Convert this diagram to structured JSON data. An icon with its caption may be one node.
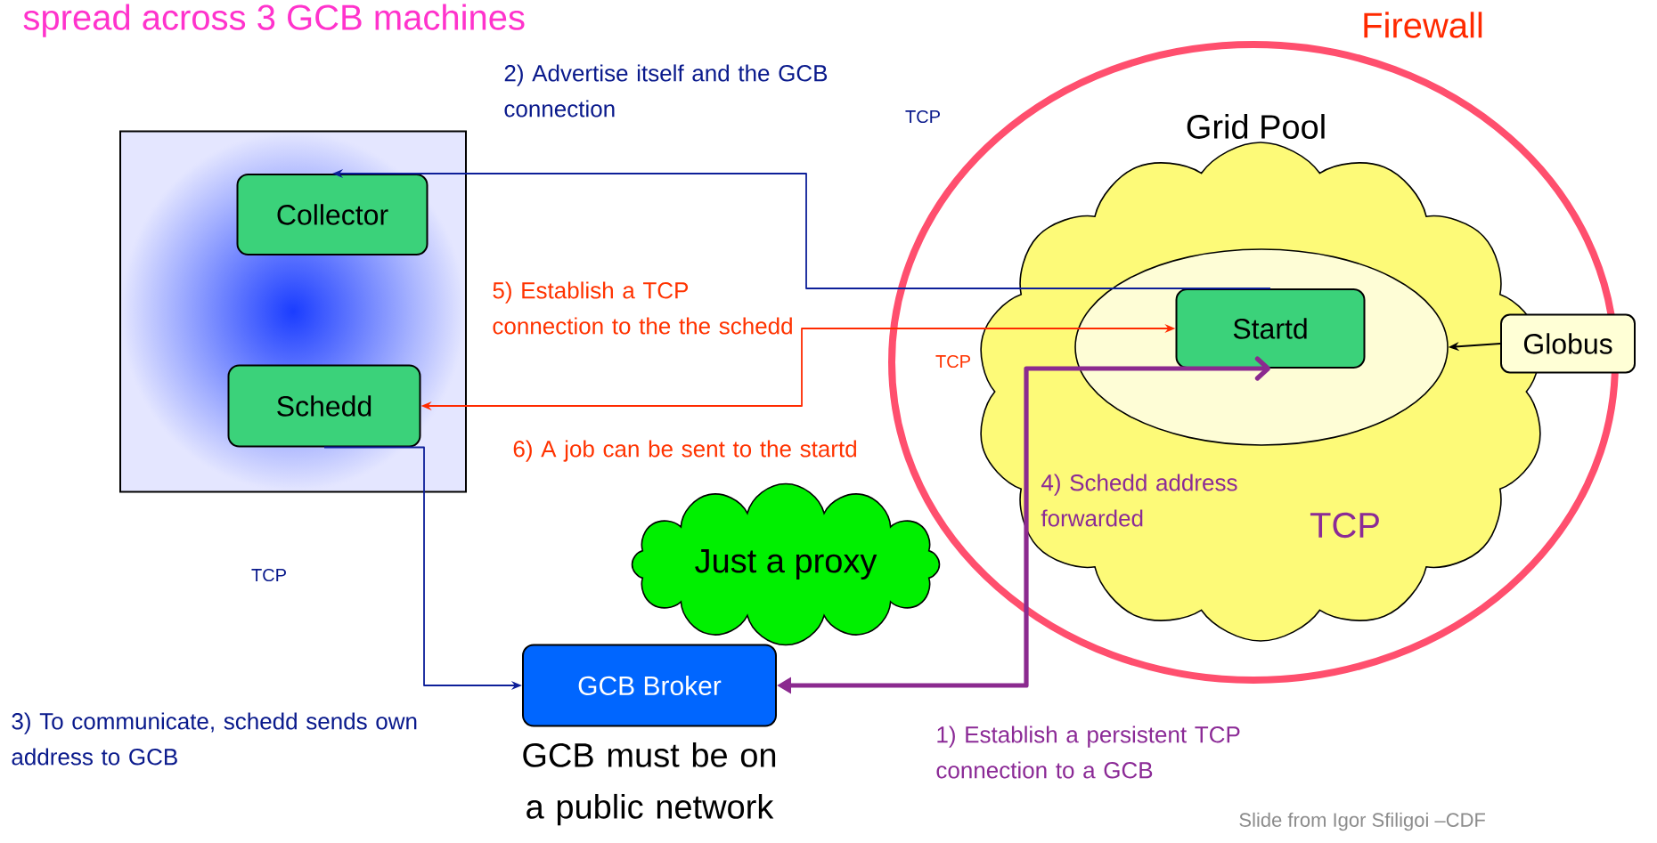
{
  "diagram": {
    "title": "spread across 3 GCB machines",
    "nodes": [
      {
        "text": [
          "Firewall"
        ]
      },
      {
        "text": [
          "Grid Pool",
          "TCP"
        ],
        "in": 0
      },
      {
        "text": [],
        "shape": "ellipse",
        "in": 1
      },
      {
        "text": [
          "Startd"
        ],
        "in": 2
      },
      {
        "text": [
          "Globus"
        ]
      },
      {
        "text": [],
        "shape": "box"
      },
      {
        "text": [
          "Collector"
        ],
        "in": 5
      },
      {
        "text": [
          "Schedd"
        ],
        "in": 5
      },
      {
        "text": [
          "GCB Broker"
        ],
        "beside": [
          "GCB must be on a public network"
        ]
      },
      {
        "text": [
          "Just a proxy"
        ]
      }
    ],
    "edges": [
      {
        "from": 3,
        "to": 6,
        "arrow": "to",
        "color": "#0d1f99"
      },
      {
        "from": 7,
        "to": 8,
        "arrow": "to",
        "color": "#0d1f99"
      },
      {
        "from": 7,
        "to": 3,
        "arrow": "both",
        "color": "#ff2a00"
      },
      {
        "from": 8,
        "to": 3,
        "arrow": "both",
        "style": "thick",
        "color": "#8b2a8f"
      },
      {
        "from": 4,
        "to": 2,
        "arrow": "to",
        "color": "#000000"
      }
    ],
    "labels": [
      "2) Advertise itself and the GCB connection",
      "TCP",
      "5) Establish a TCP connection to the the schedd",
      "TCP",
      "6) A job can be sent to the startd",
      "4) Schedd address forwarded",
      "3) To communicate, schedd sends own address to GCB",
      "TCP",
      "1) Establish a persistent TCP connection to a GCB",
      "Slide from Igor Sfiligoi –CDF"
    ]
  }
}
